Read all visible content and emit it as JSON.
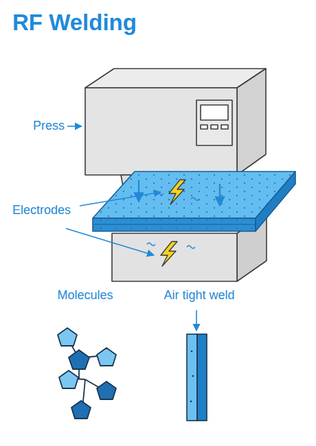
{
  "diagram": {
    "title": "RF Welding",
    "labels": [
      "Press",
      "Electrodes",
      "Molecules",
      "Air tight weld"
    ]
  }
}
